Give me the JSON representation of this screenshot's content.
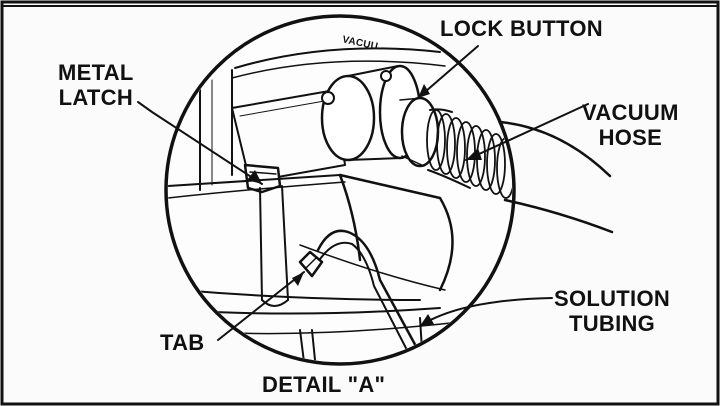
{
  "diagram": {
    "callouts": {
      "metal_latch": [
        "METAL",
        "LATCH"
      ],
      "lock_button": "LOCK BUTTON",
      "vacuum_hose": [
        "VACUUM",
        "HOSE"
      ],
      "solution_tubing": [
        "SOLUTION",
        "TUBING"
      ],
      "tab": "TAB"
    },
    "hose_marking": "VACUU",
    "caption": "DETAIL \"A\""
  },
  "colors": {
    "ink": "#111111",
    "paper": "#fbfbfb"
  }
}
